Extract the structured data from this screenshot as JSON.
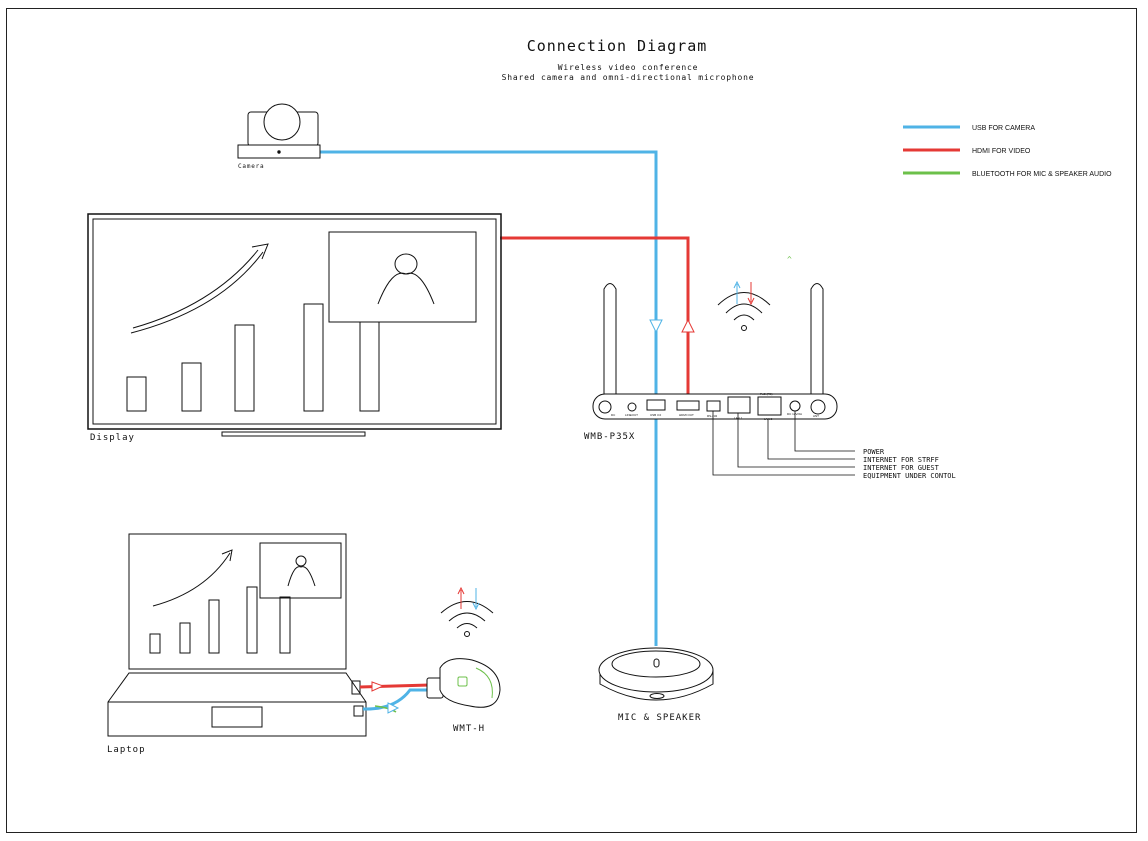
{
  "title": "Connection Diagram",
  "subtitle_lines": [
    "Wireless video conference",
    "Shared camera and omni-directional microphone"
  ],
  "legend": [
    {
      "label": "USB FOR CAMERA",
      "color": "#4fb3e6"
    },
    {
      "label": "HDMI FOR VIDEO",
      "color": "#e53935"
    },
    {
      "label": "BLUETOOTH FOR MIC & SPEAKER AUDIO",
      "color": "#6cc04a"
    }
  ],
  "devices": {
    "camera": "Camera",
    "display": "Display",
    "laptop": "Laptop",
    "base": "WMB-P35X",
    "dongle": "WMT-H",
    "mic": "MIC & SPEAKER"
  },
  "base_ports": [
    "DC",
    "LINEOUT",
    "USB 3.0",
    "HDMI OUT",
    "RS-232",
    "LAN 1",
    "PoE (PD)",
    "LAN 2",
    "DC 12V/2A",
    "ANT"
  ],
  "port_callouts": [
    "POWER",
    "INTERNET FOR STRFF",
    "INTERNET FOR GUEST",
    "EQUIPMENT UNDER CONTOL"
  ],
  "stray_mark": "^"
}
